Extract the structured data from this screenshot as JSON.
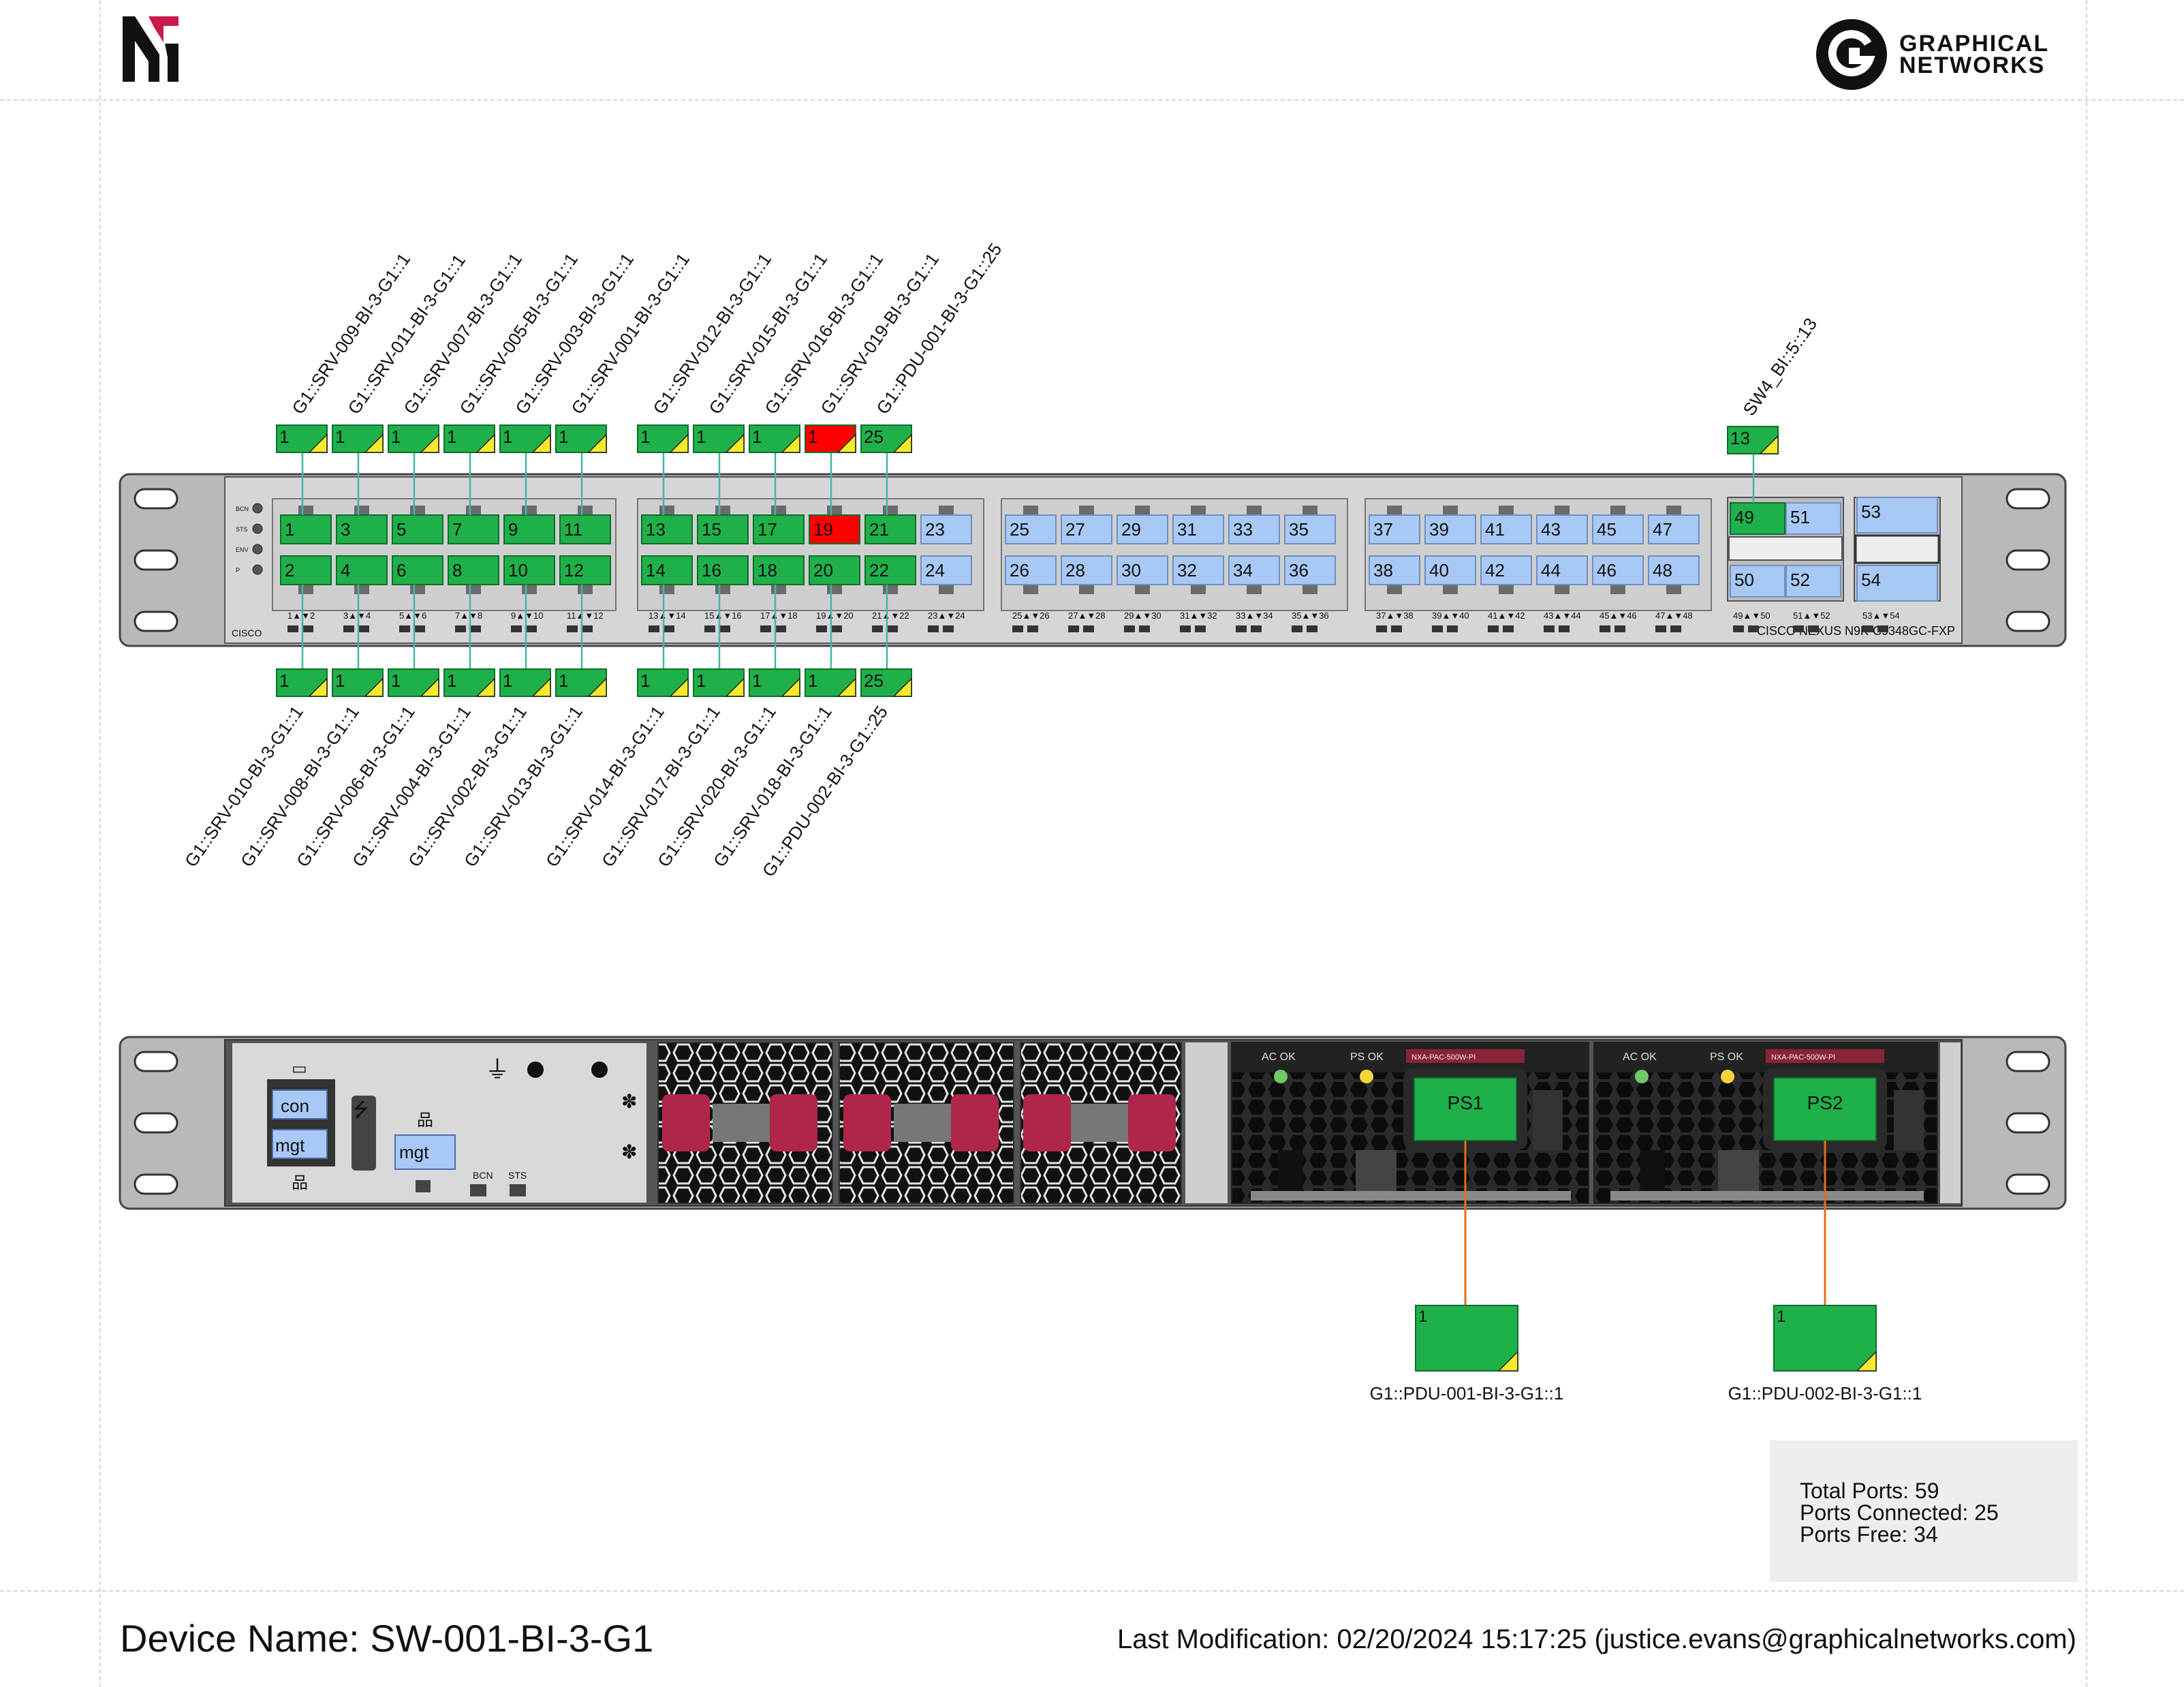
{
  "brand": {
    "name_line1": "GRAPHICAL",
    "name_line2": "NETWORKS"
  },
  "colors": {
    "connected": "#1fb04a",
    "free": "#a8c8f5",
    "alert": "#ff0000",
    "link": "#45b5a8",
    "power_link": "#e86b1a",
    "chassis": "#c8c8c8"
  },
  "front_panel": {
    "leds": [
      "BCN",
      "STS",
      "ENV",
      "P"
    ],
    "model": "CISCO NEXUS N9K-C9348GC-FXP",
    "vendor": "CISCO",
    "group_marks": [
      "1▲▼2",
      "3▲▼4",
      "5▲▼6",
      "7▲▼8",
      "9▲▼10",
      "11▲▼12",
      "13▲▼14",
      "15▲▼16",
      "17▲▼18",
      "19▲▼20",
      "21▲▼22",
      "23▲▼24",
      "25▲▼26",
      "27▲▼28",
      "29▲▼30",
      "31▲▼32",
      "33▲▼34",
      "35▲▼36",
      "37▲▼38",
      "39▲▼40",
      "41▲▼42",
      "43▲▼44",
      "45▲▼46",
      "47▲▼48",
      "49▲▼50",
      "51▲▼52",
      "53▲▼54"
    ],
    "ports": [
      {
        "n": "1",
        "status": "connected"
      },
      {
        "n": "2",
        "status": "connected"
      },
      {
        "n": "3",
        "status": "connected"
      },
      {
        "n": "4",
        "status": "connected"
      },
      {
        "n": "5",
        "status": "connected"
      },
      {
        "n": "6",
        "status": "connected"
      },
      {
        "n": "7",
        "status": "connected"
      },
      {
        "n": "8",
        "status": "connected"
      },
      {
        "n": "9",
        "status": "connected"
      },
      {
        "n": "10",
        "status": "connected"
      },
      {
        "n": "11",
        "status": "connected"
      },
      {
        "n": "12",
        "status": "connected"
      },
      {
        "n": "13",
        "status": "connected"
      },
      {
        "n": "14",
        "status": "connected"
      },
      {
        "n": "15",
        "status": "connected"
      },
      {
        "n": "16",
        "status": "connected"
      },
      {
        "n": "17",
        "status": "connected"
      },
      {
        "n": "18",
        "status": "connected"
      },
      {
        "n": "19",
        "status": "alert"
      },
      {
        "n": "20",
        "status": "connected"
      },
      {
        "n": "21",
        "status": "connected"
      },
      {
        "n": "22",
        "status": "connected"
      },
      {
        "n": "23",
        "status": "free"
      },
      {
        "n": "24",
        "status": "free"
      },
      {
        "n": "25",
        "status": "free"
      },
      {
        "n": "26",
        "status": "free"
      },
      {
        "n": "27",
        "status": "free"
      },
      {
        "n": "28",
        "status": "free"
      },
      {
        "n": "29",
        "status": "free"
      },
      {
        "n": "30",
        "status": "free"
      },
      {
        "n": "31",
        "status": "free"
      },
      {
        "n": "32",
        "status": "free"
      },
      {
        "n": "33",
        "status": "free"
      },
      {
        "n": "34",
        "status": "free"
      },
      {
        "n": "35",
        "status": "free"
      },
      {
        "n": "36",
        "status": "free"
      },
      {
        "n": "37",
        "status": "free"
      },
      {
        "n": "38",
        "status": "free"
      },
      {
        "n": "39",
        "status": "free"
      },
      {
        "n": "40",
        "status": "free"
      },
      {
        "n": "41",
        "status": "free"
      },
      {
        "n": "42",
        "status": "free"
      },
      {
        "n": "43",
        "status": "free"
      },
      {
        "n": "44",
        "status": "free"
      },
      {
        "n": "45",
        "status": "free"
      },
      {
        "n": "46",
        "status": "free"
      },
      {
        "n": "47",
        "status": "free"
      },
      {
        "n": "48",
        "status": "free"
      },
      {
        "n": "49",
        "status": "connected"
      },
      {
        "n": "50",
        "status": "free"
      },
      {
        "n": "51",
        "status": "free"
      },
      {
        "n": "52",
        "status": "free"
      },
      {
        "n": "53",
        "status": "free"
      },
      {
        "n": "54",
        "status": "free"
      }
    ],
    "top_links": [
      {
        "port": "1",
        "remote_port": "1",
        "label": "G1::SRV-009-BI-3-G1::1",
        "status": "connected"
      },
      {
        "port": "3",
        "remote_port": "1",
        "label": "G1::SRV-011-BI-3-G1::1",
        "status": "connected"
      },
      {
        "port": "5",
        "remote_port": "1",
        "label": "G1::SRV-007-BI-3-G1::1",
        "status": "connected"
      },
      {
        "port": "7",
        "remote_port": "1",
        "label": "G1::SRV-005-BI-3-G1::1",
        "status": "connected"
      },
      {
        "port": "9",
        "remote_port": "1",
        "label": "G1::SRV-003-BI-3-G1::1",
        "status": "connected"
      },
      {
        "port": "11",
        "remote_port": "1",
        "label": "G1::SRV-001-BI-3-G1::1",
        "status": "connected"
      },
      {
        "port": "13",
        "remote_port": "1",
        "label": "G1::SRV-012-BI-3-G1::1",
        "status": "connected"
      },
      {
        "port": "15",
        "remote_port": "1",
        "label": "G1::SRV-015-BI-3-G1::1",
        "status": "connected"
      },
      {
        "port": "17",
        "remote_port": "1",
        "label": "G1::SRV-016-BI-3-G1::1",
        "status": "connected"
      },
      {
        "port": "19",
        "remote_port": "1",
        "label": "G1::SRV-019-BI-3-G1::1",
        "status": "alert"
      },
      {
        "port": "21",
        "remote_port": "25",
        "label": "G1::PDU-001-BI-3-G1::25",
        "status": "connected"
      },
      {
        "port": "49",
        "remote_port": "13",
        "label": "SW4_BI::5::13",
        "status": "connected"
      }
    ],
    "bottom_links": [
      {
        "port": "2",
        "remote_port": "1",
        "label": "G1::SRV-010-BI-3-G1::1",
        "status": "connected"
      },
      {
        "port": "4",
        "remote_port": "1",
        "label": "G1::SRV-008-BI-3-G1::1",
        "status": "connected"
      },
      {
        "port": "6",
        "remote_port": "1",
        "label": "G1::SRV-006-BI-3-G1::1",
        "status": "connected"
      },
      {
        "port": "8",
        "remote_port": "1",
        "label": "G1::SRV-004-BI-3-G1::1",
        "status": "connected"
      },
      {
        "port": "10",
        "remote_port": "1",
        "label": "G1::SRV-002-BI-3-G1::1",
        "status": "connected"
      },
      {
        "port": "12",
        "remote_port": "1",
        "label": "G1::SRV-013-BI-3-G1::1",
        "status": "connected"
      },
      {
        "port": "14",
        "remote_port": "1",
        "label": "G1::SRV-014-BI-3-G1::1",
        "status": "connected"
      },
      {
        "port": "16",
        "remote_port": "1",
        "label": "G1::SRV-017-BI-3-G1::1",
        "status": "connected"
      },
      {
        "port": "18",
        "remote_port": "1",
        "label": "G1::SRV-020-BI-3-G1::1",
        "status": "connected"
      },
      {
        "port": "20",
        "remote_port": "1",
        "label": "G1::SRV-018-BI-3-G1::1",
        "status": "connected"
      },
      {
        "port": "22",
        "remote_port": "25",
        "label": "G1::PDU-002-BI-3-G1::25",
        "status": "connected"
      }
    ]
  },
  "rear_panel": {
    "con_label": "con",
    "mgt_label_a": "mgt",
    "mgt_label_b": "mgt",
    "bcn_label": "BCN",
    "sts_label": "STS",
    "psus": [
      {
        "name": "PS1",
        "ac_ok": "AC OK",
        "ps_ok": "PS OK",
        "model": "NXA-PAC-500W-PI",
        "remote_port": "1",
        "remote_label": "G1::PDU-001-BI-3-G1::1"
      },
      {
        "name": "PS2",
        "ac_ok": "AC OK",
        "ps_ok": "PS OK",
        "model": "NXA-PAC-500W-PI",
        "remote_port": "1",
        "remote_label": "G1::PDU-002-BI-3-G1::1"
      }
    ]
  },
  "summary": {
    "total_ports": "Total Ports: 59",
    "ports_connected": "Ports Connected: 25",
    "ports_free": "Ports Free: 34"
  },
  "footer": {
    "device_name": "Device Name: SW-001-BI-3-G1",
    "last_modification": "Last Modification: 02/20/2024 15:17:25 (justice.evans@graphicalnetworks.com)"
  }
}
